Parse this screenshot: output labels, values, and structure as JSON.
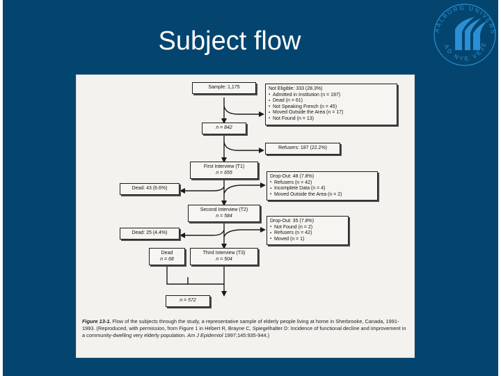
{
  "slide": {
    "title": "Subject flow",
    "background_color": "#04456f",
    "title_color": "#ffffff"
  },
  "logo": {
    "name": "aalborg-university-logo",
    "outer_text": "AALBORG UNIVERSITET",
    "inner_text": "AD NYE VEJE",
    "color": "#2a8fd4"
  },
  "figure": {
    "boxes": {
      "sample": "Sample: 1,175",
      "eligible_n": "n = 842",
      "first_interview_l1": "First Interview (T1)",
      "first_interview_l2": "n = 655",
      "second_interview_l1": "Second Interview (T2)",
      "second_interview_l2": "n = 584",
      "third_interview_l1": "Third Interview (T3)",
      "third_interview_l2": "n = 504",
      "final_n": "n = 572",
      "dead_t1": "Dead: 43 (6.6%)",
      "dead_t2": "Dead: 25 (4.4%)",
      "dead_t3_l1": "Dead",
      "dead_t3_l2": "n = 68",
      "refusers": "Refusers: 187 (22.2%)"
    },
    "not_eligible": {
      "header": "Not Eligible: 333 (28.3%)",
      "items": [
        "Admitted in Institution (n = 197)",
        "Dead (n = 61)",
        "Not Speaking French (n = 45)",
        "Moved Outside the Area (n = 17)",
        "Not Found (n = 13)"
      ]
    },
    "dropout_1": {
      "header": "Drop-Out: 48 (7.8%)",
      "items": [
        "Refusers (n = 42)",
        "Incomplete Data (n = 4)",
        "Moved Outside the Area (n = 2)"
      ]
    },
    "dropout_2": {
      "header": "Drop-Out: 35 (7.8%)",
      "items": [
        "Not Found (n = 2)",
        "Refusers (n = 42)",
        "Moved (n = 1)"
      ]
    },
    "caption": {
      "label": "Figure 13-1.",
      "text": " Flow of the subjects through the study, a representative sample of elderly people living at home in Sherbrooke, Canada, 1991-1993. (Reproduced, with permission, from Figure 1 in Hébert R, Brayne C, Spiegelhalter D: Incidence of functional decline and improvement in a community-dwelling very elderly population. ",
      "journal": "Am J Epidemiol",
      "citation": " 1997;145:935-944.)"
    }
  }
}
